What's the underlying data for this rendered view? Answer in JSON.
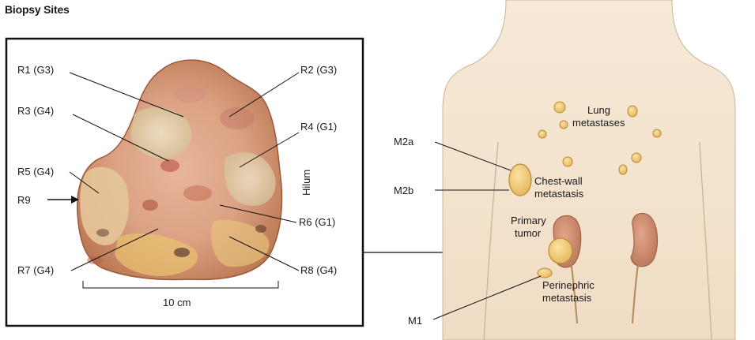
{
  "title": "Biopsy Sites",
  "tumor_panel": {
    "regions": [
      {
        "id": "R1",
        "label": "R1 (G3)"
      },
      {
        "id": "R2",
        "label": "R2 (G3)"
      },
      {
        "id": "R3",
        "label": "R3 (G4)"
      },
      {
        "id": "R4",
        "label": "R4 (G1)"
      },
      {
        "id": "R5",
        "label": "R5 (G4)"
      },
      {
        "id": "R9",
        "label": "R9"
      },
      {
        "id": "R6",
        "label": "R6 (G1)"
      },
      {
        "id": "R7",
        "label": "R7 (G4)"
      },
      {
        "id": "R8",
        "label": "R8 (G4)"
      }
    ],
    "hilum_label": "Hilum",
    "scale_label": "10 cm"
  },
  "body_panel": {
    "sites": [
      {
        "id": "M2a",
        "label": "M2a"
      },
      {
        "id": "M2b",
        "label": "M2b"
      },
      {
        "id": "M1",
        "label": "M1"
      }
    ],
    "annotations": {
      "lung_line1": "Lung",
      "lung_line2": "metastases",
      "chest_line1": "Chest-wall",
      "chest_line2": "metastasis",
      "primary_line1": "Primary",
      "primary_line2": "tumor",
      "peri_line1": "Perinephric",
      "peri_line2": "metastasis"
    }
  }
}
